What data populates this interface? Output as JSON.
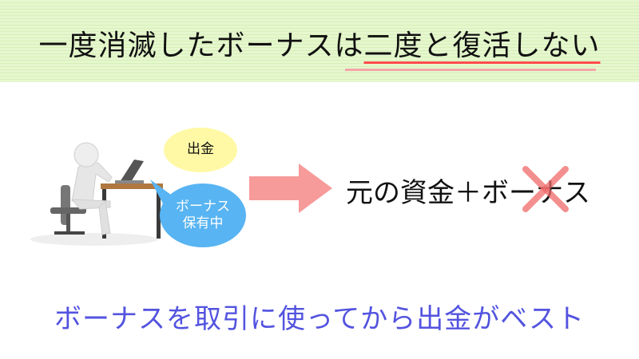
{
  "header": {
    "title_pre": "一度消滅したボーナスは",
    "title_highlight": "二度と復活しない"
  },
  "bubbles": {
    "yellow_text": "出金",
    "blue_line1": "ボーナス",
    "blue_line2": "保有中"
  },
  "result": {
    "text": "元の資金＋ボーナス"
  },
  "footer": {
    "text": "ボーナスを取引に使ってから出金がベスト"
  },
  "icons": {
    "person": "person-at-computer-icon",
    "arrow": "right-arrow-icon",
    "cross": "cross-mark-icon"
  },
  "colors": {
    "header_bg": "#e6f7cf",
    "underline": "#ff4b4b",
    "arrow": "#f79a9a",
    "cross": "#f06a6a",
    "bubble_yellow": "#fff9a6",
    "bubble_blue": "#58b4f2",
    "footer_text": "#5353e0"
  }
}
